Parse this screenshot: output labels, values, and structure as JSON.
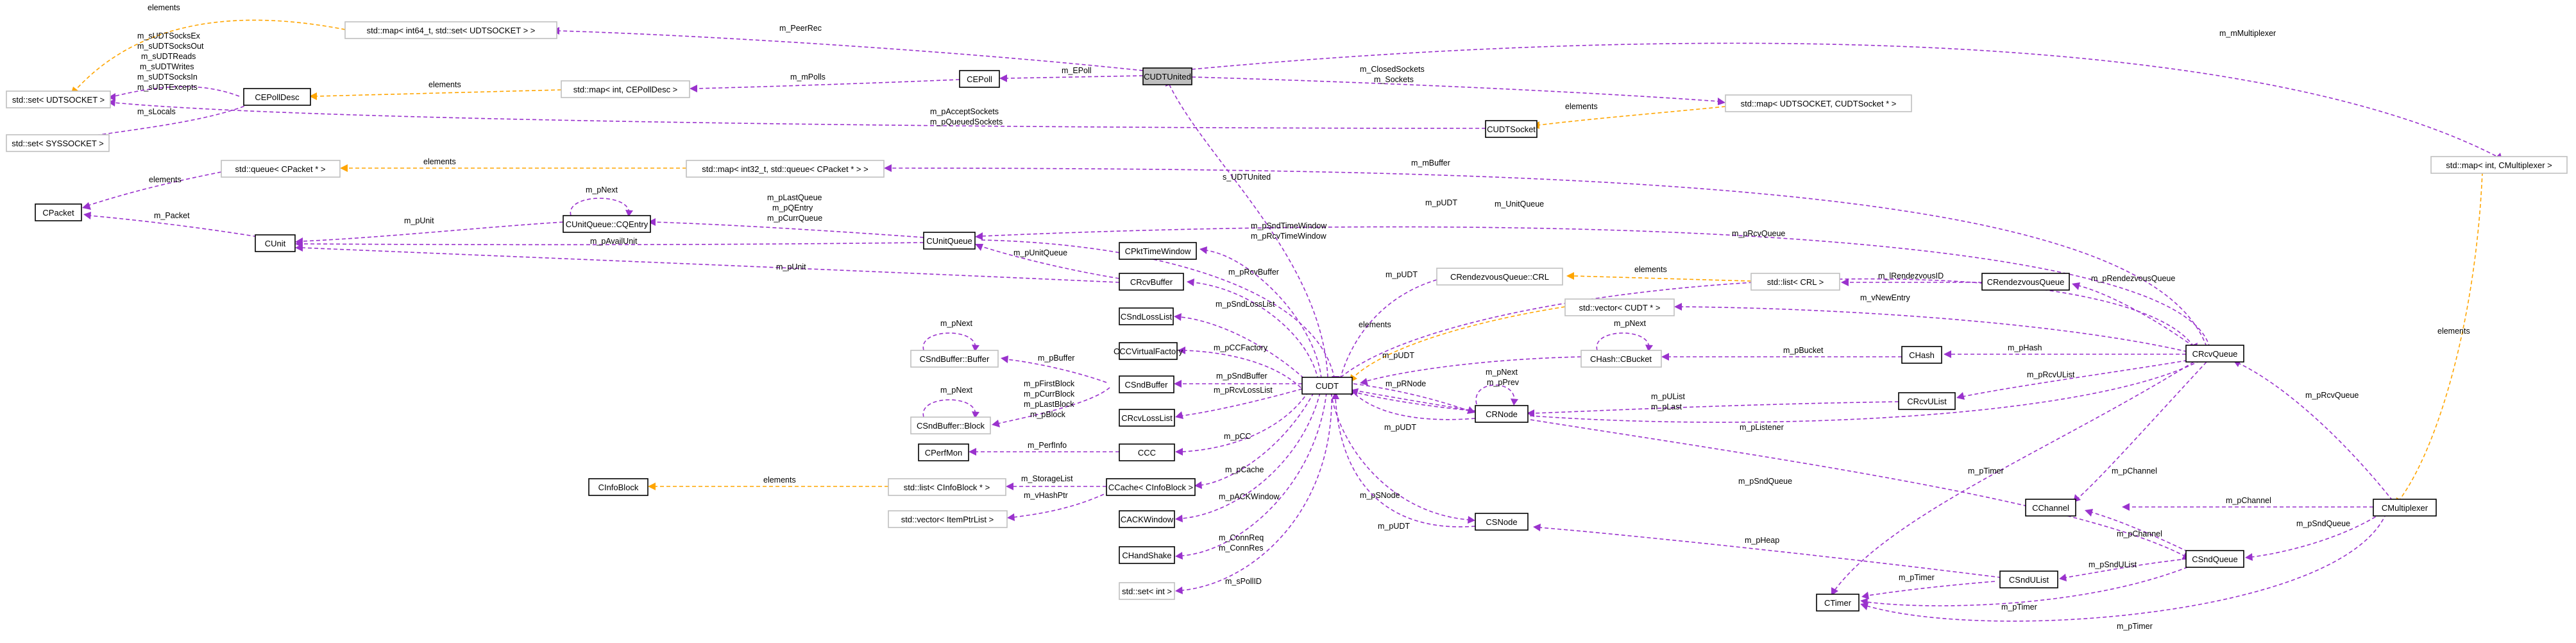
{
  "colors": {
    "usage_edge": "#9a32cd",
    "template_edge": "#ffa500",
    "node_border": "#000000",
    "template_node_border": "#bfbfbf",
    "focus_fill": "#bfbfbf"
  },
  "nodes": {
    "cudtunited": "CUDTUnited",
    "map_int64_set_udtsocket": "std::map< int64_t, std::set< UDTSOCKET > >",
    "set_udtsocket": "std::set< UDTSOCKET >",
    "cepoll": "CEPoll",
    "cepolldesc": "CEPollDesc",
    "map_int_cepolldesc": "std::map< int, CEPollDesc >",
    "set_syssocket": "std::set< SYSSOCKET >",
    "map_udtsocket_cudtsocket": "std::map< UDTSOCKET, CUDTSocket * >",
    "cudtsocket": "CUDTSocket",
    "queue_cpacket": "std::queue< CPacket * >",
    "map_int32_queue_cpacket": "std::map< int32_t, std::queue< CPacket * > >",
    "map_int_cmultiplexer": "std::map< int, CMultiplexer >",
    "cpacket": "CPacket",
    "cunitqueue_cqentry": "CUnitQueue::CQEntry",
    "cunit": "CUnit",
    "cunitqueue": "CUnitQueue",
    "cpkttimewindow": "CPktTimeWindow",
    "crcvbuffer": "CRcvBuffer",
    "crendezvousqueue_crl": "CRendezvousQueue::CRL",
    "list_crl": "std::list< CRL >",
    "crendezvousqueue": "CRendezvousQueue",
    "csndlosslist": "CSndLossList",
    "vector_cudt": "std::vector< CUDT * >",
    "csndbuffer_buffer": "CSndBuffer::Buffer",
    "cccvirtualfactory": "CCCVirtualFactory",
    "chash_cbucket": "CHash::CBucket",
    "chash": "CHash",
    "crcvqueue": "CRcvQueue",
    "csndbuffer": "CSndBuffer",
    "cudt": "CUDT",
    "crnode": "CRNode",
    "crcvulist": "CRcvUList",
    "csndbuffer_block": "CSndBuffer::Block",
    "crcvlosslist": "CRcvLossList",
    "cperfmon": "CPerfMon",
    "ccc": "CCC",
    "cinfoblock": "CInfoBlock",
    "list_cinfoblock": "std::list< CInfoBlock * >",
    "ccache_cinfoblock": "CCache< CInfoBlock >",
    "vector_itemptrlist": "std::vector< ItemPtrList >",
    "cackwindow": "CACKWindow",
    "csnode": "CSNode",
    "cchannel": "CChannel",
    "cmultiplexer": "CMultiplexer",
    "chandshake": "CHandShake",
    "set_int": "std::set< int >",
    "csndulist": "CSndUList",
    "csndqueue": "CSndQueue",
    "ctimer": "CTimer"
  },
  "edge_labels": {
    "e01": "elements",
    "e02": "m_sUDTSocksEx",
    "e03": "m_sUDTSocksOut",
    "e04": "m_sUDTReads",
    "e05": "m_sUDTWrites",
    "e06": "m_sUDTSocksIn",
    "e07": "m_sUDTExcepts",
    "e08": "m_sLocals",
    "e09": "m_PeerRec",
    "e10": "m_EPoll",
    "e11": "m_mPolls",
    "e12": "elements",
    "e13": "m_ClosedSockets",
    "e14": "m_Sockets",
    "e15": "elements",
    "e16": "m_pAcceptSockets",
    "e17": "m_pQueuedSockets",
    "e18": "m_mMultiplexer",
    "e19": "elements",
    "e20": "m_mBuffer",
    "e21": "elements",
    "e22": "m_Packet",
    "e23": "m_pNext",
    "e24": "m_pUnit",
    "e25": "m_pLastQueue",
    "e26": "m_pQEntry",
    "e27": "m_pCurrQueue",
    "e28": "m_pAvailUnit",
    "e29": "m_pUnit",
    "e30": "m_UnitQueue",
    "e31": "m_pUnitQueue",
    "e32": "m_pUDT",
    "e33": "s_UDTUnited",
    "e34": "m_pSndTimeWindow",
    "e35": "m_pRcvTimeWindow",
    "e36": "m_pRcvBuffer",
    "e37": "m_pUDT",
    "e38": "elements",
    "e39": "m_lRendezvousID",
    "e40": "m_pRendezvousQueue",
    "e41": "m_pRcvQueue",
    "e42": "m_pSndLossList",
    "e43": "elements",
    "e44": "m_vNewEntry",
    "e45": "m_pNext",
    "e46": "m_pUDT",
    "e47": "m_pBucket",
    "e48": "m_pHash",
    "e49": "m_pCCFactory",
    "e50": "m_pNext",
    "e51": "m_pBuffer",
    "e52": "m_pFirstBlock",
    "e53": "m_pCurrBlock",
    "e54": "m_pLastBlock",
    "e55": "m_pBlock",
    "e56": "m_pSndBuffer",
    "e57": "m_pRcvLossList",
    "e58": "m_pNext",
    "e59": "m_pPrev",
    "e60": "m_pRNode",
    "e61": "m_pUList",
    "e62": "m_pLast",
    "e63": "m_pRcvUList",
    "e64": "m_pUDT",
    "e65": "m_pListener",
    "e66": "m_pCC",
    "e67": "m_PerfInfo",
    "e68": "elements",
    "e69": "m_StorageList",
    "e70": "m_vHashPtr",
    "e71": "m_pCache",
    "e72": "m_pACKWindow",
    "e73": "m_pSNode",
    "e74": "m_pUDT",
    "e75": "m_pSndQueue",
    "e76": "m_pTimer",
    "e77": "m_pChannel",
    "e78": "elements",
    "e79": "m_pRcvQueue",
    "e80": "m_pChannel",
    "e81": "m_pSndQueue",
    "e82": "m_ConnReq",
    "e83": "m_ConnRes",
    "e84": "m_pHeap",
    "e85": "m_sPollID",
    "e86": "m_pTimer",
    "e87": "m_pSndUList",
    "e88": "m_pChannel",
    "e89": "m_pTimer",
    "e90": "m_pTimer"
  }
}
